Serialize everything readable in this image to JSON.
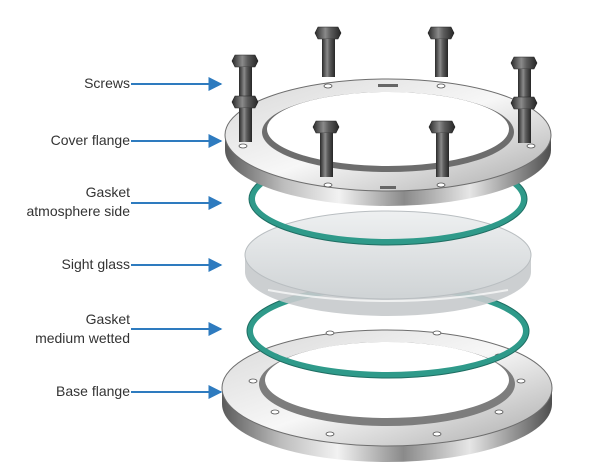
{
  "diagram": {
    "labels": {
      "screws": "Screws",
      "cover_flange": "Cover flange",
      "gasket_atm_line1": "Gasket",
      "gasket_atm_line2": "atmosphere side",
      "sight_glass": "Sight glass",
      "gasket_med_line1": "Gasket",
      "gasket_med_line2": "medium wetted",
      "base_flange": "Base flange"
    },
    "colors": {
      "arrow": "#2e7bbf",
      "gasket": "#2f9a8a",
      "glass": "#dcdfe1",
      "metal_light": "#e8e8e8",
      "metal_dark": "#4a4a4a",
      "screw": "#3d3d3d"
    }
  }
}
